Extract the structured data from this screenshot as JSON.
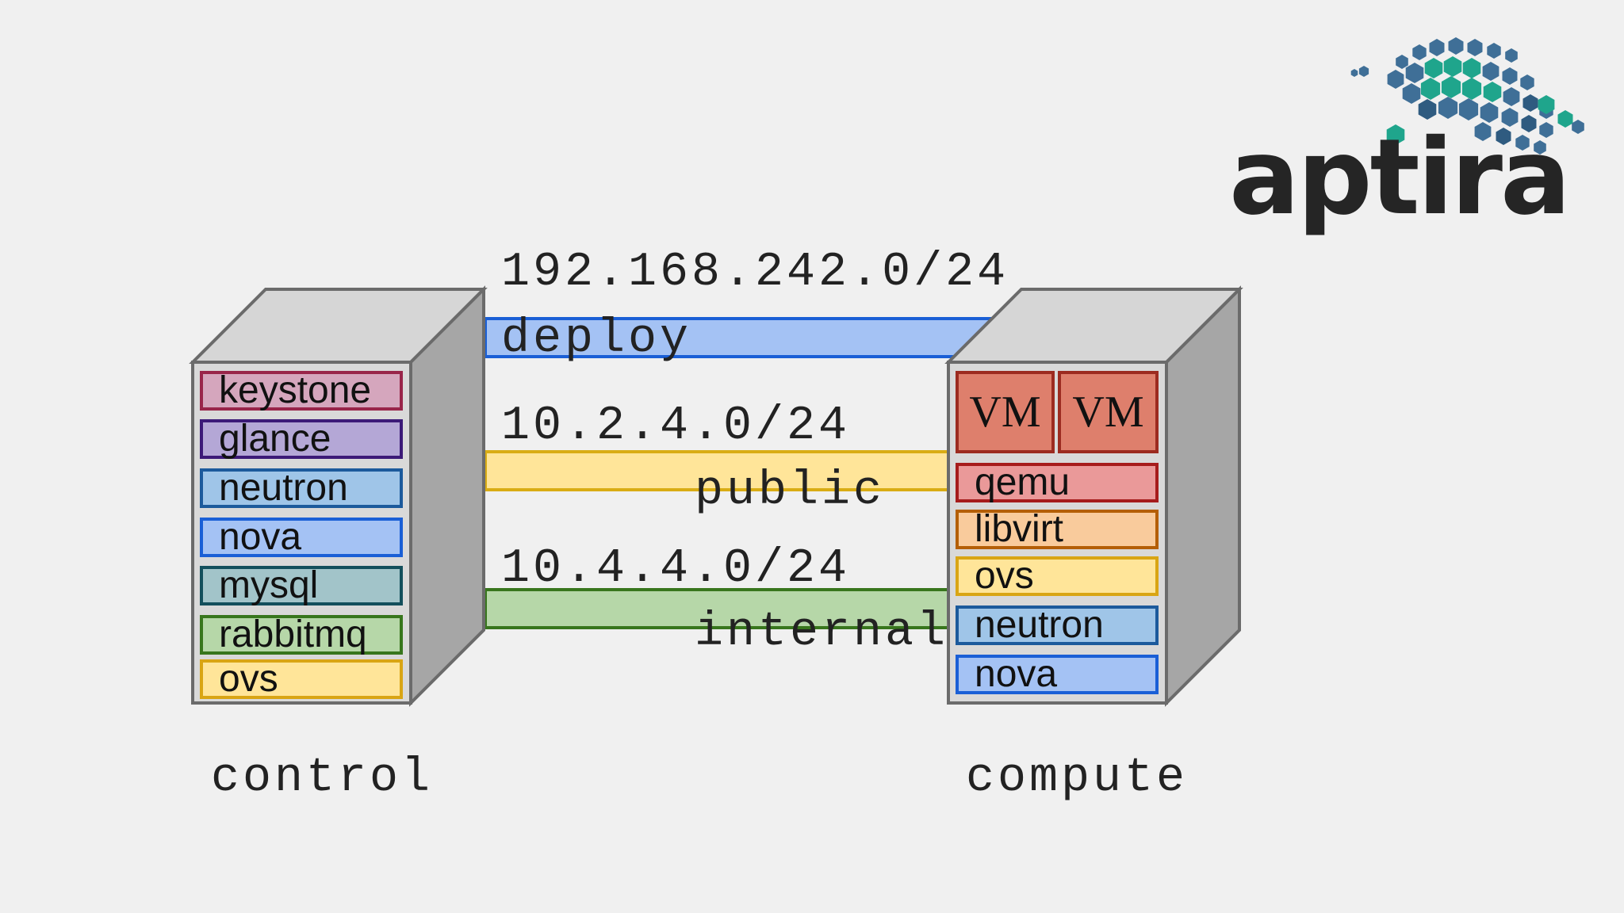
{
  "networks": [
    {
      "cidr": "192.168.242.0/24",
      "name": "deploy",
      "fill": "#a4c2f4",
      "stroke": "#1a5fd6"
    },
    {
      "cidr": "10.2.4.0/24",
      "name": "public",
      "fill": "#ffe599",
      "stroke": "#d9ac14"
    },
    {
      "cidr": "10.4.4.0/24",
      "name": "internal",
      "fill": "#b6d7a8",
      "stroke": "#38761d"
    }
  ],
  "control": {
    "label": "control",
    "services": [
      {
        "name": "keystone",
        "fill": "#d5a6bd",
        "stroke": "#99254a"
      },
      {
        "name": "glance",
        "fill": "#b4a7d6",
        "stroke": "#3c1a78"
      },
      {
        "name": "neutron",
        "fill": "#9fc5e8",
        "stroke": "#1c5a9c"
      },
      {
        "name": "nova",
        "fill": "#a4c2f4",
        "stroke": "#1a5fd6"
      },
      {
        "name": "mysql",
        "fill": "#a2c4c9",
        "stroke": "#134f5c"
      },
      {
        "name": "rabbitmq",
        "fill": "#b6d7a8",
        "stroke": "#38761d"
      },
      {
        "name": "ovs",
        "fill": "#ffe599",
        "stroke": "#d9a514"
      }
    ]
  },
  "compute": {
    "label": "compute",
    "vms": [
      "VM",
      "VM"
    ],
    "services": [
      {
        "name": "qemu",
        "fill": "#ea9999",
        "stroke": "#a61c1c"
      },
      {
        "name": "libvirt",
        "fill": "#f9cb9c",
        "stroke": "#b45f06"
      },
      {
        "name": "ovs",
        "fill": "#ffe599",
        "stroke": "#d9a514"
      },
      {
        "name": "neutron",
        "fill": "#9fc5e8",
        "stroke": "#1c5a9c"
      },
      {
        "name": "nova",
        "fill": "#a4c2f4",
        "stroke": "#1a5fd6"
      }
    ]
  },
  "logo": {
    "text": "aptira"
  }
}
